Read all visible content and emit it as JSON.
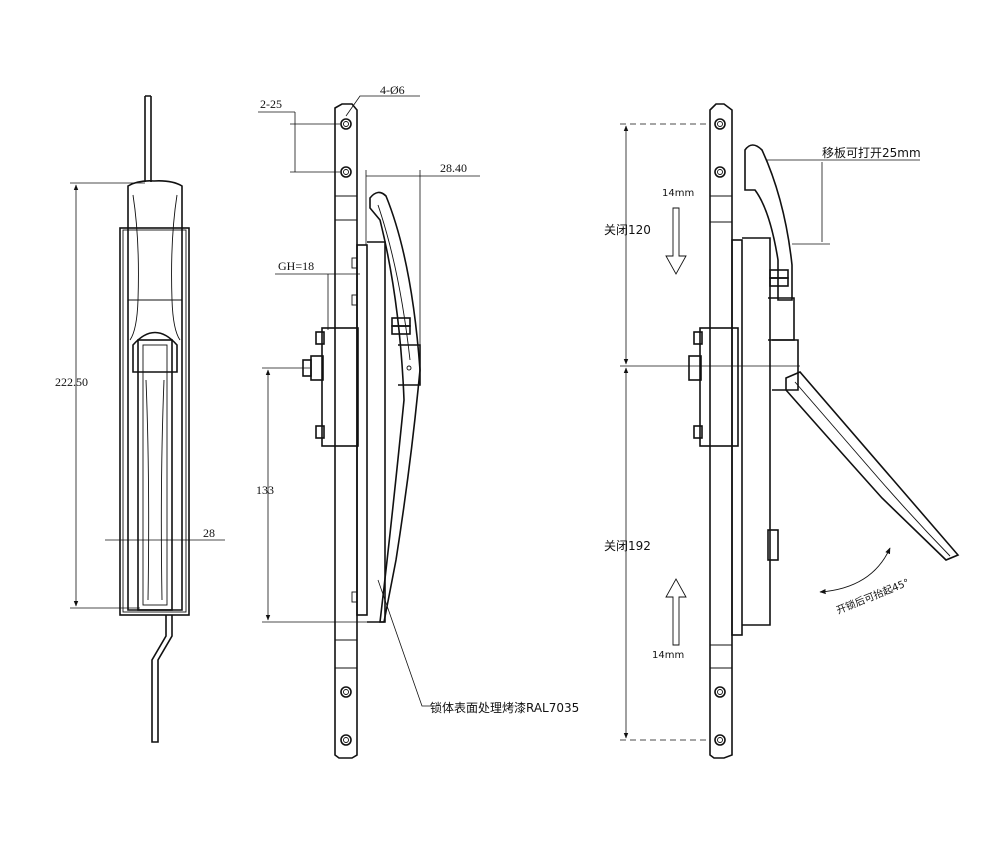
{
  "left_view": {
    "height_dim": "222.50",
    "width_dim": "28"
  },
  "middle_view": {
    "holes_dim": "4-Ø6",
    "hole_spacing_dim": "2-25",
    "projection_dim": "28.40",
    "gh_dim": "GH=18",
    "center_dim": "133",
    "finish_note": "锁体表面处理烤漆RAL7035"
  },
  "right_view": {
    "plate_open_note": "移板可打开25mm",
    "top_travel": "14mm",
    "top_close_label": "关闭120",
    "bottom_close_label": "关闭192",
    "bottom_travel": "14mm",
    "lift_note": "开锁后可抬起45°"
  }
}
